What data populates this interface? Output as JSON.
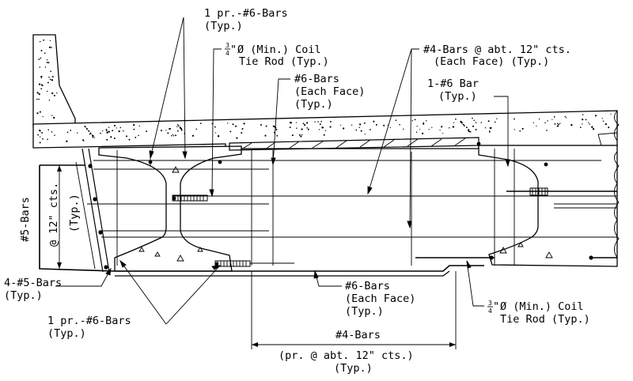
{
  "labels": {
    "pair_6_bars_top": [
      "1 pr.-#6-Bars",
      "(Typ.)"
    ],
    "coil_tie_rod_top": [
      "Ø (Min.) Coil",
      "Tie Rod (Typ.)"
    ],
    "six_bars_each_face_top": [
      "#6-Bars",
      "(Each Face)",
      "(Typ.)"
    ],
    "four_bars_each_face": [
      "#4-Bars @ abt. 12\" cts.",
      "(Each Face) (Typ.)"
    ],
    "one_6_bar": [
      "1-#6 Bar",
      "(Typ.)"
    ],
    "five_bars_vertical": [
      "#5-Bars"
    ],
    "at_12_cts_vertical": [
      "@ 12\" cts.",
      "(Typ.)"
    ],
    "four_5_bars": [
      "4-#5-Bars",
      "(Typ.)"
    ],
    "pair_6_bars_bottom": [
      "1 pr.-#6-Bars",
      "(Typ.)"
    ],
    "six_bars_each_face_bottom": [
      "#6-Bars",
      "(Each Face)",
      "(Typ.)"
    ],
    "coil_tie_rod_bottom": [
      "Ø (Min.) Coil",
      "Tie Rod (Typ.)"
    ],
    "four_bars_dimension": [
      "#4-Bars"
    ],
    "pair_at_12_cts": [
      "(pr. @ abt. 12\" cts.)",
      "(Typ.)"
    ]
  },
  "fraction": {
    "numerator": "3",
    "denominator": "4",
    "quote": "\""
  }
}
